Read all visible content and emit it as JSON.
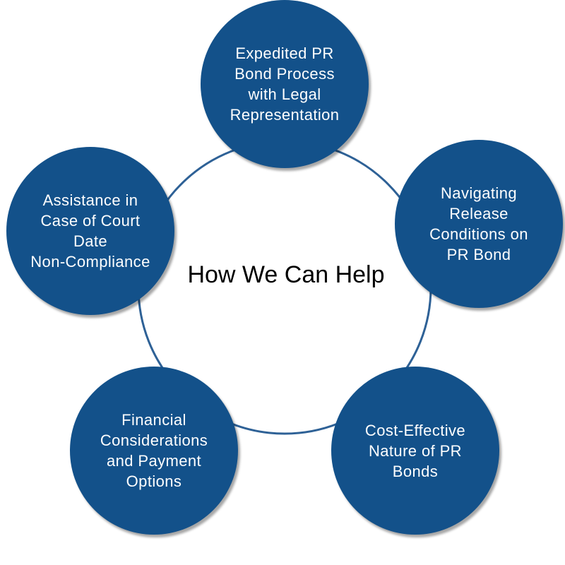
{
  "title": "How We Can Help",
  "colors": {
    "node_fill": "#13518a",
    "ring_stroke": "#2e6196",
    "title_text": "#000000",
    "node_text": "#ffffff"
  },
  "nodes": [
    {
      "label": "Expedited PR\nBond Process\nwith Legal\nRepresentation"
    },
    {
      "label": "Navigating\nRelease\nConditions on\nPR Bond"
    },
    {
      "label": "Cost-Effective\nNature of PR\nBonds"
    },
    {
      "label": "Financial\nConsiderations\nand Payment\nOptions"
    },
    {
      "label": "Assistance in\nCase of Court\nDate\nNon-Compliance"
    }
  ]
}
